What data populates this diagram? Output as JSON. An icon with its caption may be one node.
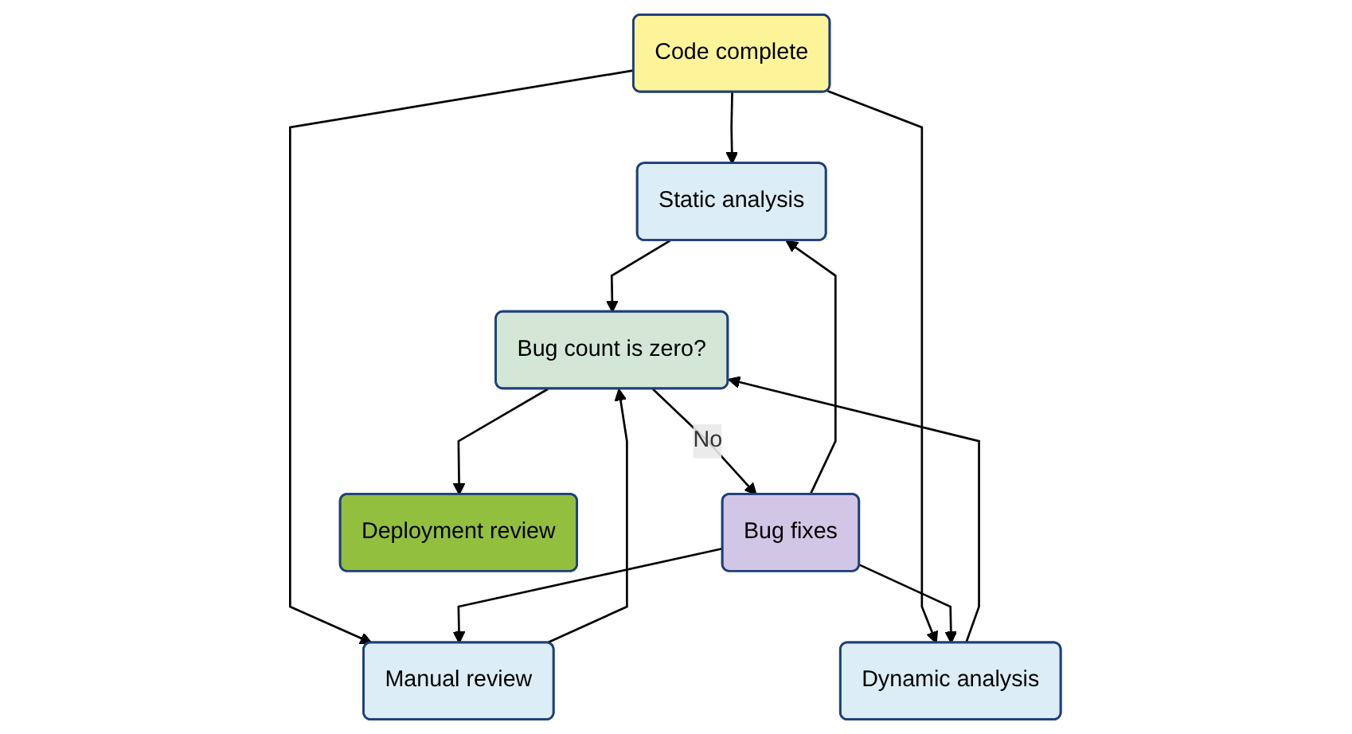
{
  "diagram": {
    "nodes": [
      {
        "text": [
          "Code complete"
        ]
      },
      {
        "text": [
          "Static analysis"
        ]
      },
      {
        "text": [
          "Manual review"
        ]
      },
      {
        "text": [
          "Dynamic analysis"
        ]
      },
      {
        "text": [
          "Bug count is zero?"
        ]
      },
      {
        "text": [
          "Bug fixes"
        ]
      },
      {
        "text": [
          "Deployment review"
        ]
      }
    ],
    "edges": [
      {
        "from": 0,
        "to": 1,
        "arrow": "to"
      },
      {
        "from": 0,
        "to": 2,
        "arrow": "to"
      },
      {
        "from": 0,
        "to": 3,
        "arrow": "to"
      },
      {
        "from": 5,
        "to": 1,
        "arrow": "to"
      },
      {
        "from": 5,
        "to": 2,
        "arrow": "to"
      },
      {
        "from": 5,
        "to": 3,
        "arrow": "to"
      },
      {
        "from": 1,
        "to": 4,
        "arrow": "to"
      },
      {
        "from": 2,
        "to": 4,
        "arrow": "to"
      },
      {
        "from": 3,
        "to": 4,
        "arrow": "to"
      },
      {
        "from": 4,
        "to": 5,
        "label": "No",
        "arrow": "to"
      },
      {
        "from": 4,
        "to": 6,
        "arrow": "to"
      }
    ]
  }
}
